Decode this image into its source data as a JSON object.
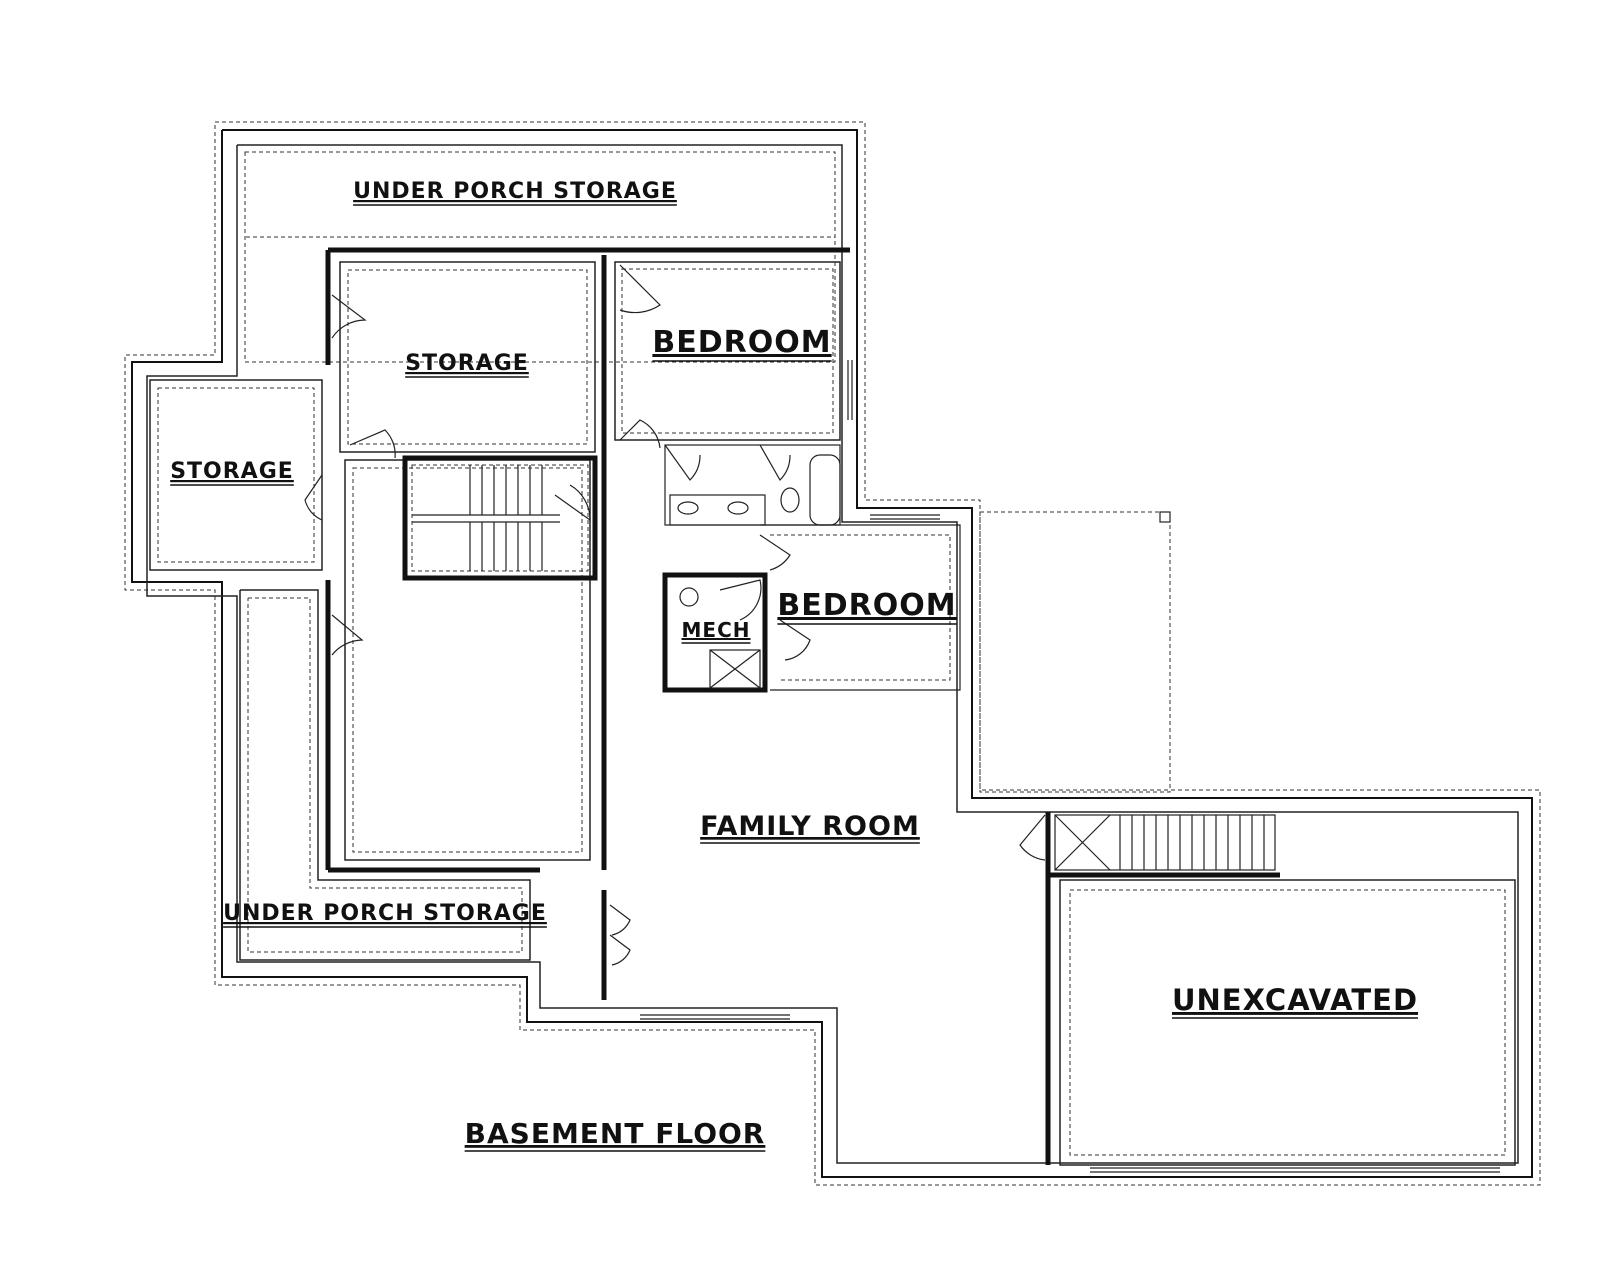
{
  "plan": {
    "title": "BASEMENT FLOOR",
    "rooms": {
      "under_porch_storage_top": "UNDER PORCH STORAGE",
      "storage_center": "STORAGE",
      "storage_left": "STORAGE",
      "bedroom_top": "BEDROOM",
      "bedroom_middle": "BEDROOM",
      "mech": "MECH",
      "family_room": "FAMILY ROOM",
      "under_porch_storage_bottom": "UNDER PORCH STORAGE",
      "unexcavated": "UNEXCAVATED"
    }
  }
}
